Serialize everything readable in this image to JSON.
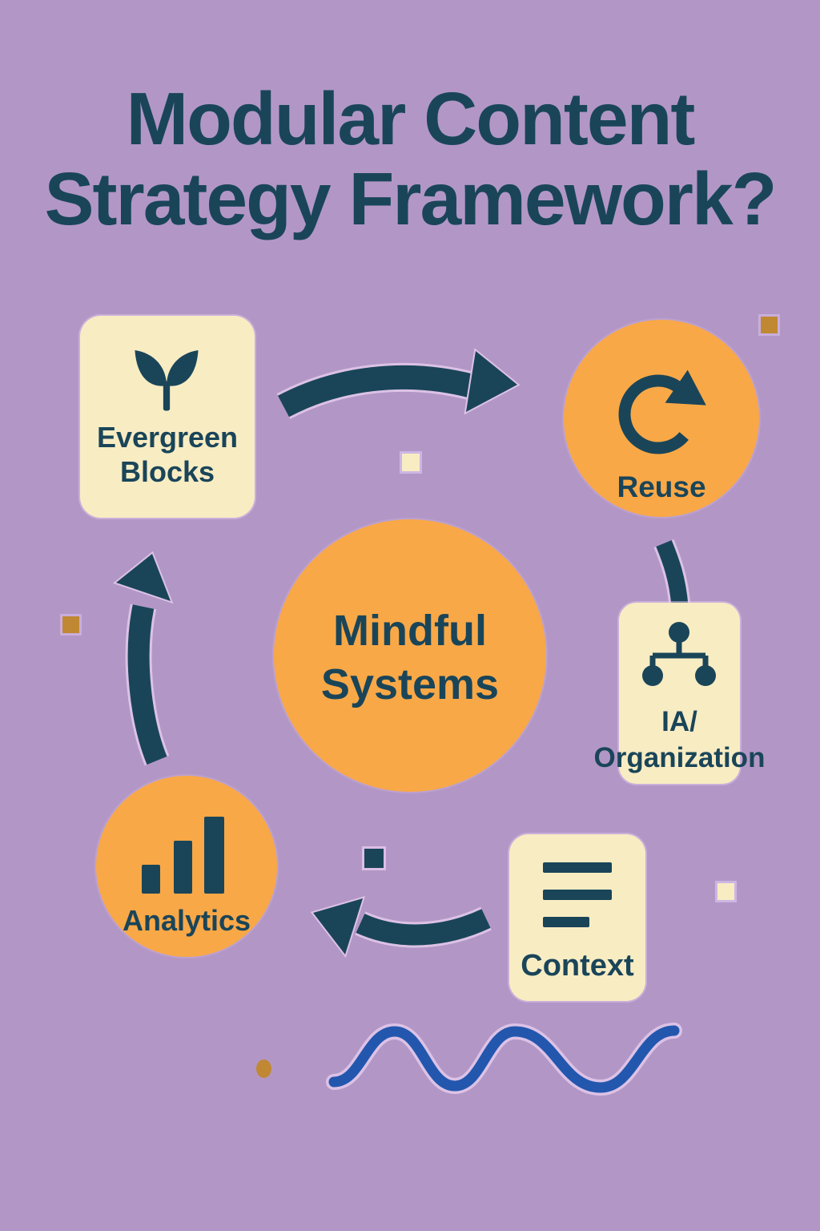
{
  "poster": {
    "title_line1": "Modular Content",
    "title_line2": "Strategy Framework?"
  },
  "center": {
    "line1": "Mindful",
    "line2": "Systems"
  },
  "nodes": {
    "evergreen": {
      "line1": "Evergreen",
      "line2": "Blocks",
      "icon": "sprout-icon",
      "shape": "rounded-card"
    },
    "reuse": {
      "label": "Reuse",
      "icon": "refresh-icon",
      "shape": "circle"
    },
    "ia": {
      "line1": "IA/",
      "line2": "Organization",
      "icon": "hierarchy-icon",
      "shape": "rounded-card"
    },
    "analytics": {
      "label": "Analytics",
      "icon": "bar-chart-icon",
      "shape": "circle"
    },
    "context": {
      "label": "Context",
      "icon": "text-lines-icon",
      "shape": "rounded-card"
    }
  },
  "flow": [
    "evergreen-blocks → reuse",
    "reuse → ia-organization",
    "context → analytics",
    "analytics → evergreen-blocks"
  ],
  "colors": {
    "bg": "#b297c6",
    "ink": "#1a4559",
    "orange": "#f9a847",
    "cream": "#f8ecc3",
    "ochre": "#c08833",
    "wave-blue": "#2357ae",
    "outline-pink": "#dcc2e6"
  }
}
